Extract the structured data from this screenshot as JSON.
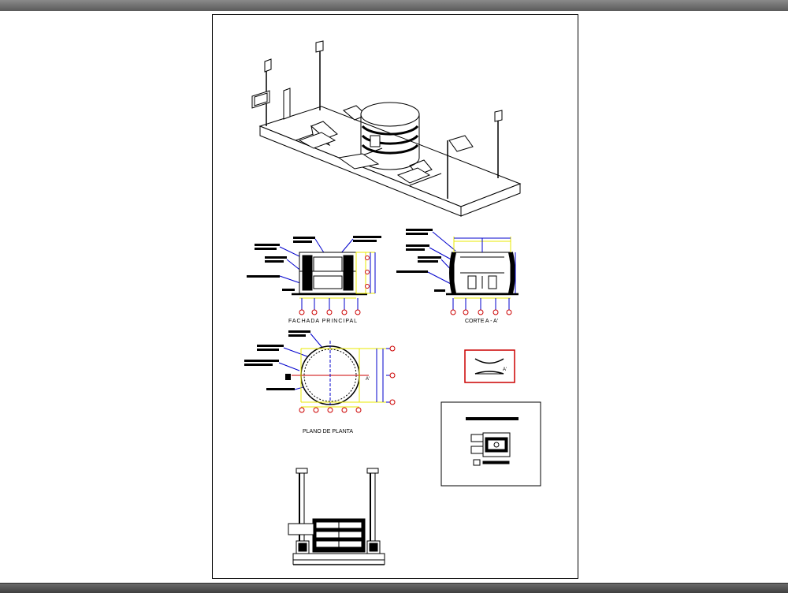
{
  "drawing": {
    "elevation_label": "FACHADA PRINCIPAL",
    "section_label": "CORTE A - A'",
    "plan_label": "PLANO DE PLANTA",
    "section_marker": "A'",
    "arrow_marker": "A'",
    "line_color": "#000000",
    "dimension_color": "#e8e800",
    "leader_color": "#0000cc",
    "axis_color": "#cc0000"
  }
}
